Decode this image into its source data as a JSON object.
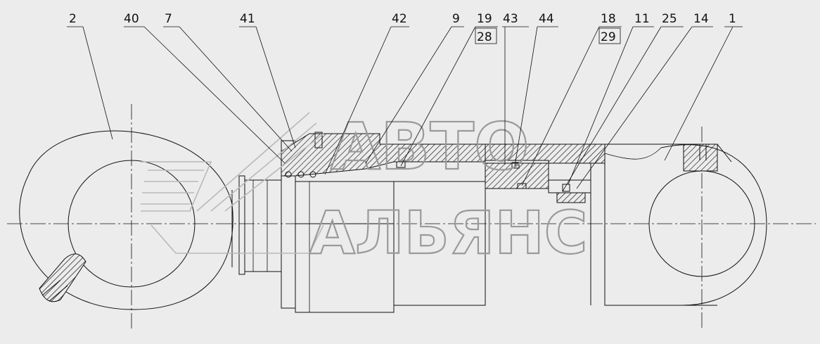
{
  "drawing": {
    "callouts": [
      "2",
      "40",
      "7",
      "41",
      "42",
      "9",
      "19",
      "28",
      "43",
      "44",
      "18",
      "29",
      "11",
      "25",
      "14",
      "1"
    ]
  },
  "watermark": {
    "line1": "АВТО",
    "line2": "АЛЬЯНС"
  }
}
